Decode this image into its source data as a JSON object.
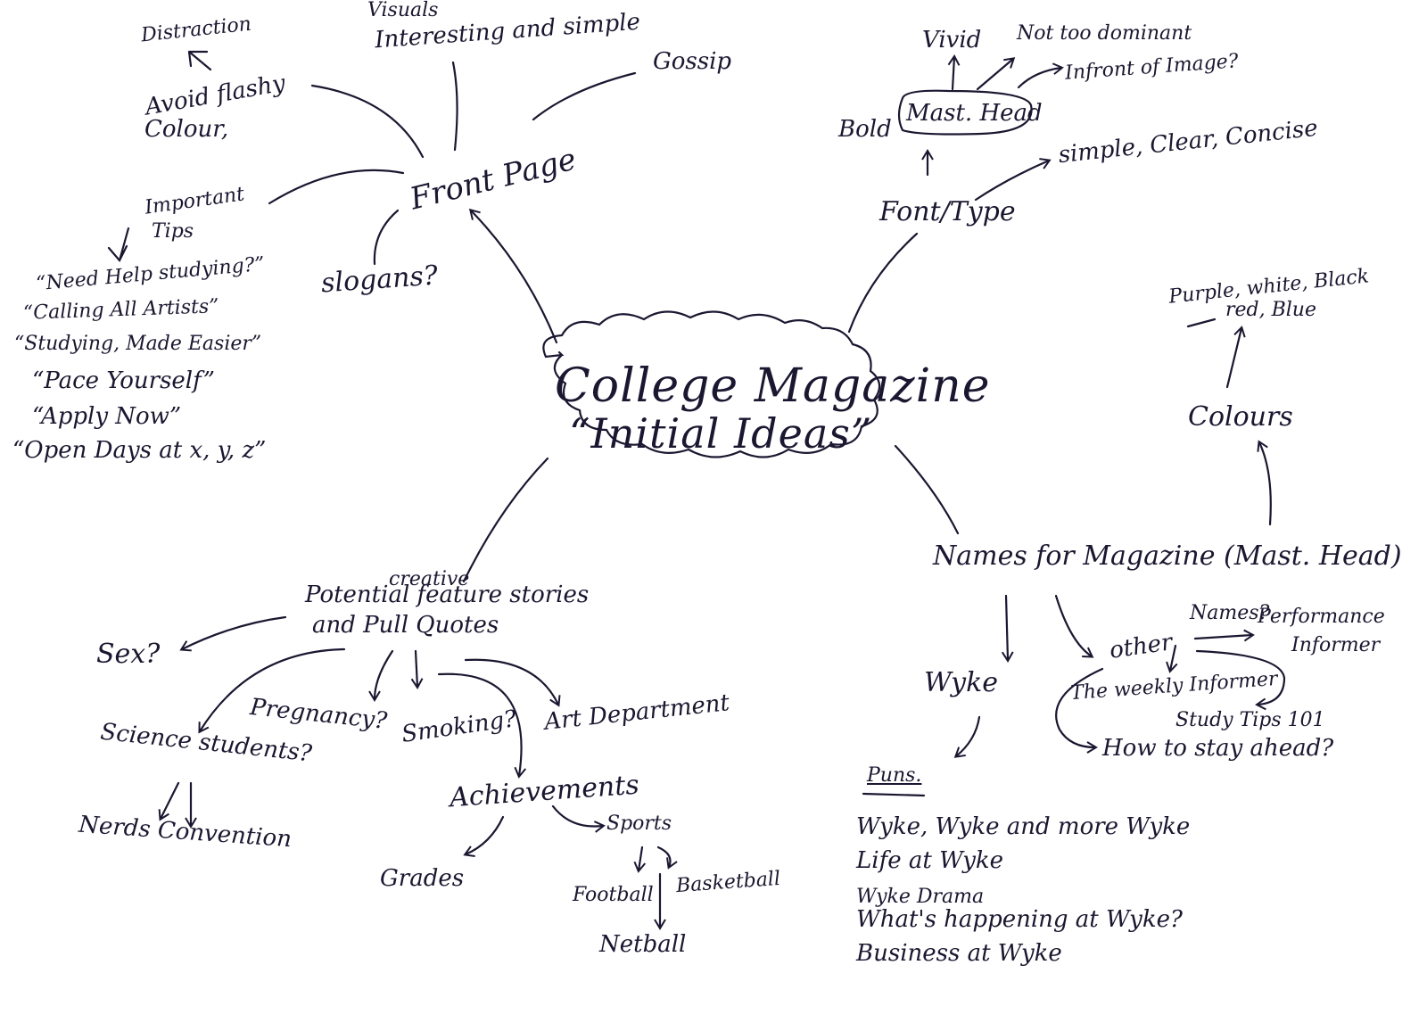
{
  "centre": {
    "title": "College Magazine",
    "subtitle": "“Initial Ideas”"
  },
  "front_page": {
    "label": "Front Page",
    "distraction": "Distraction",
    "avoid": "Avoid flashy",
    "avoid2": "Colour,",
    "visuals": "Visuals",
    "interesting": "Interesting and simple",
    "gossip": "Gossip",
    "slogans": "slogans?",
    "tips_label": "Important",
    "tips_label2": "Tips",
    "tips": [
      "“Need Help studying?”",
      "“Calling All Artists”",
      "“Studying, Made Easier”",
      "“Pace Yourself”",
      "“Apply Now”",
      "“Open Days at x, y, z”"
    ]
  },
  "font": {
    "label": "Font/Type",
    "bold": "Bold",
    "mast": "Mast. Head",
    "vivid": "Vivid",
    "not_dominant": "Not too dominant",
    "infront": "Infront of Image?",
    "simple": "simple, Clear, Concise"
  },
  "colours": {
    "label": "Colours",
    "list1": "Purple, white, Black",
    "list2": "red, Blue"
  },
  "names": {
    "label": "Names for Magazine (Mast. Head)",
    "wyke": "Wyke",
    "puns": "Puns.",
    "other": "other",
    "names_q": "Names?",
    "performance": "Performance",
    "informer": "Informer",
    "weekly": "The weekly Informer",
    "study_tips": "Study Tips 101",
    "ahead": "How to stay ahead?",
    "pun_list": [
      "Wyke, Wyke and more Wyke",
      "Life at Wyke",
      "Wyke Drama",
      "What's happening at Wyke?",
      "Business at Wyke"
    ]
  },
  "stories": {
    "label1": "Potential feature stories",
    "label2": "and Pull Quotes",
    "creative": "creative",
    "sex": "Sex?",
    "science": "Science students?",
    "nerds": "Nerds Convention",
    "pregnancy": "Pregnancy?",
    "smoking": "Smoking?",
    "art": "Art Department",
    "achievements": "Achievements",
    "grades": "Grades",
    "sports": "Sports",
    "football": "Football",
    "basketball": "Basketball",
    "netball": "Netball"
  },
  "colors": {
    "ink": "#1a1730"
  }
}
